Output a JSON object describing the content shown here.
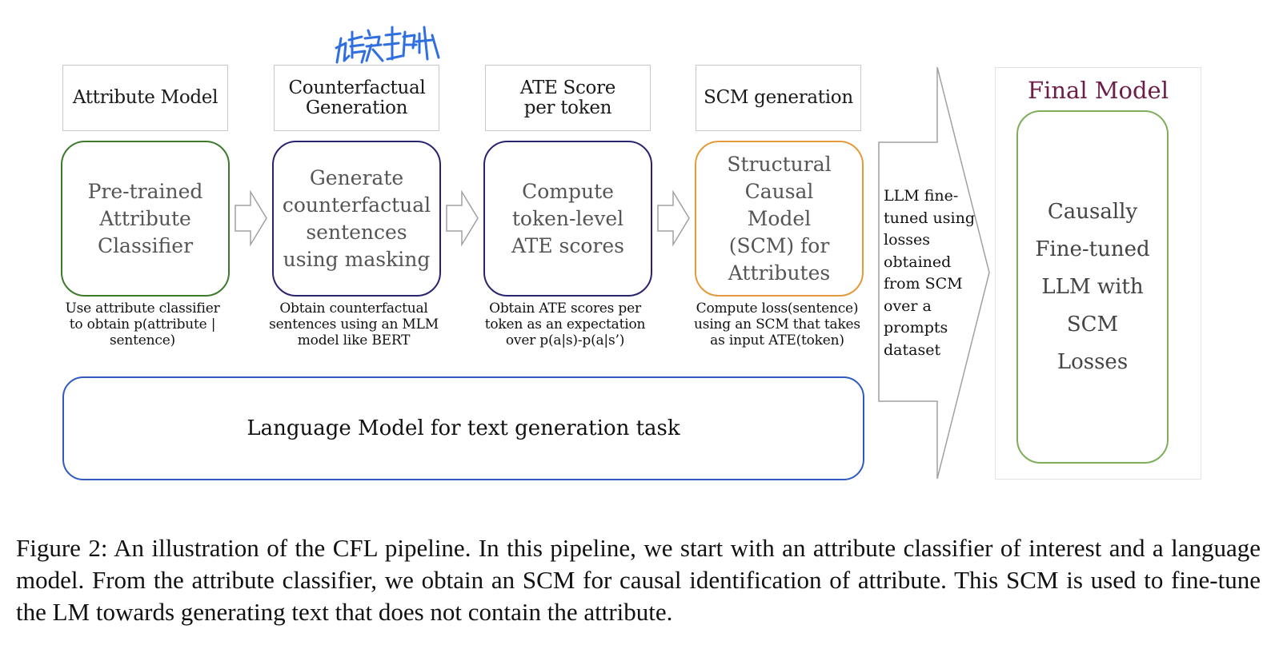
{
  "figure": {
    "headers": [
      "Attribute Model",
      "Counterfactual Generation",
      "ATE Score per token",
      "SCM generation"
    ],
    "stages": [
      {
        "text": "Pre-trained Attribute Classifier",
        "color": "#3d7a2a"
      },
      {
        "text": "Generate counterfactual sentences using masking",
        "color": "#2a2370"
      },
      {
        "text": "Compute token-level ATE scores",
        "color": "#2a2370"
      },
      {
        "text": "Structural Causal Model (SCM) for Attributes",
        "color": "#e39a3a"
      }
    ],
    "descriptions": [
      "Use attribute classifier to obtain p(attribute | sentence)",
      "Obtain counterfactual sentences using an MLM model like BERT",
      "Obtain ATE scores per token as an expectation over p(a|s)-p(a|s’)",
      "Compute loss(sentence) using an SCM that takes as input ATE(token)"
    ],
    "language_model_box": "Language Model for text generation task",
    "big_arrow_text": "LLM fine-tuned using losses obtained from SCM over a prompts dataset",
    "final_title": "Final Model",
    "final_box_lines": [
      "Causally",
      "Fine-tuned",
      "LLM with",
      "SCM",
      "Losses"
    ],
    "colors": {
      "final_title": "#6b1e49",
      "final_box": "#7fae5a",
      "lm_box": "#2e5bbf",
      "annotation": "#2f6fe0"
    }
  },
  "caption": "Figure 2: An illustration of the CFL pipeline. In this pipeline, we start with an attribute classifier of interest and a language model. From the attribute classifier, we obtain an SCM for causal identification of attribute. This SCM is used to fine-tune the LM towards generating text that does not contain the attribute."
}
